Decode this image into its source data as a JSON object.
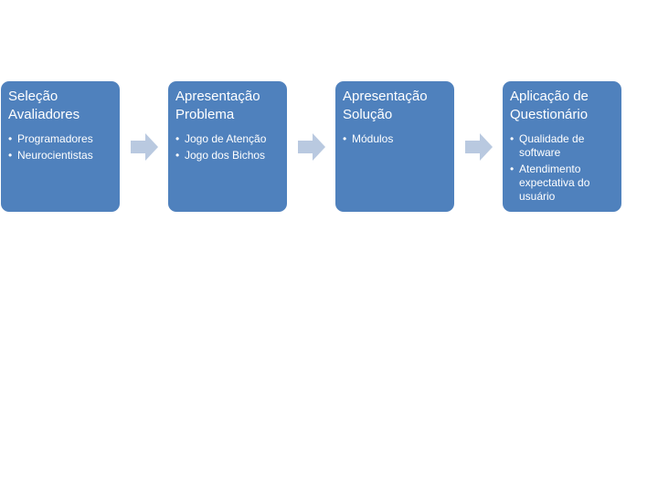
{
  "steps": [
    {
      "title": "Seleção Avaliadores",
      "items": [
        "Programadores",
        "Neurocientistas"
      ]
    },
    {
      "title": "Apresentação Problema",
      "items": [
        "Jogo de Atenção",
        "Jogo dos Bichos"
      ]
    },
    {
      "title": "Apresentação Solução",
      "items": [
        "Módulos"
      ]
    },
    {
      "title": "Aplicação de Questionário",
      "items": [
        "Qualidade de software",
        "Atendimento expectativa do usuário"
      ]
    }
  ],
  "bullet_glyph": "•",
  "colors": {
    "box_fill": "#4f81bd",
    "box_text": "#ffffff",
    "arrow_fill": "#b9c9e0",
    "background": "#ffffff"
  },
  "icons": {
    "connector": "right-arrow-icon"
  }
}
